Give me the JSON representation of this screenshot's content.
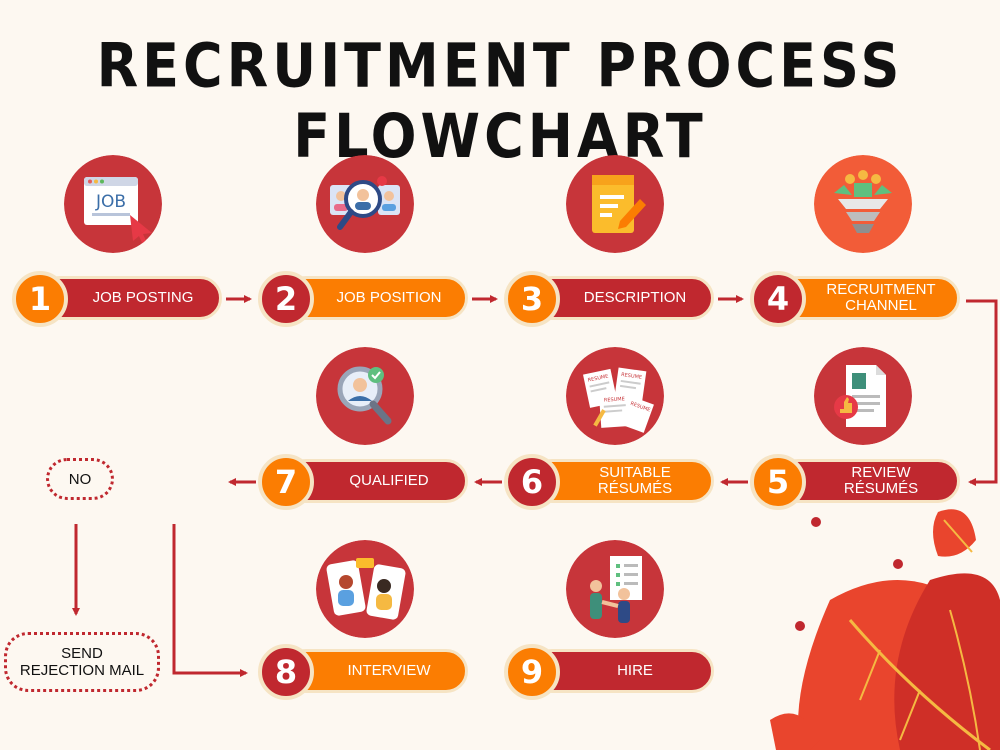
{
  "title": "RECRUITMENT PROCESS FLOWCHART",
  "steps": [
    {
      "number": "1",
      "label": "JOB POSTING",
      "icon": "job-posting-icon"
    },
    {
      "number": "2",
      "label": "JOB POSITION",
      "icon": "candidate-search-icon"
    },
    {
      "number": "3",
      "label": "DESCRIPTION",
      "icon": "document-pencil-icon"
    },
    {
      "number": "4",
      "label_line1": "RECRUITMENT",
      "label_line2": "CHANNEL",
      "icon": "recruitment-funnel-icon"
    },
    {
      "number": "5",
      "label_line1": "REVIEW",
      "label_line2": "RÉSUMÉS",
      "icon": "resume-review-icon"
    },
    {
      "number": "6",
      "label_line1": "SUITABLE",
      "label_line2": "RÉSUMÉS",
      "icon": "resume-stack-icon"
    },
    {
      "number": "7",
      "label": "QUALIFIED",
      "icon": "magnifier-check-icon"
    },
    {
      "number": "8",
      "label": "INTERVIEW",
      "icon": "video-interview-icon"
    },
    {
      "number": "9",
      "label": "HIRE",
      "icon": "handshake-hire-icon"
    }
  ],
  "decision_no": "NO",
  "rejection_line1": "SEND",
  "rejection_line2": "REJECTION MAIL",
  "icon_text_job": "JOB",
  "icon_text_resume": "RESUME",
  "colors": {
    "red": "#c0282f",
    "orange": "#fb7d02",
    "icon_bg": "#c7353a",
    "background": "#fdf8f1"
  }
}
